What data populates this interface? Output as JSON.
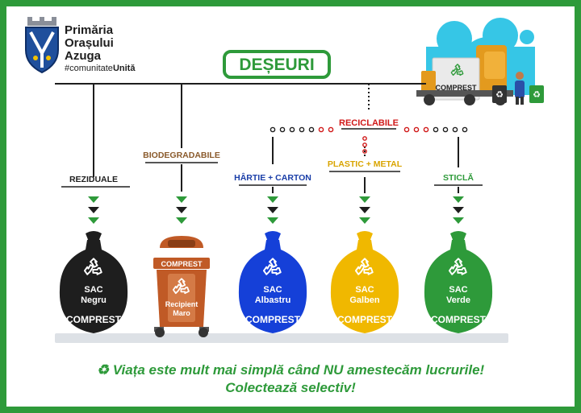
{
  "header": {
    "org_line1": "Primăria",
    "org_line2": "Orașului",
    "org_line3": "Azuga",
    "hashtag_prefix": "#comunitate",
    "hashtag_bold": "Unită",
    "title": "DEȘEURI"
  },
  "truck": {
    "label": "COMPREST",
    "recycle_glyph": "♻"
  },
  "categories": {
    "recyclable": "RECICLABILE",
    "residual": "REZIDUALE",
    "biodegradable": "BIODEGRADABILE",
    "paper": "HÂRTIE + CARTON",
    "plastic": "PLASTIC + METAL",
    "glass": "STICLĂ"
  },
  "bins": [
    {
      "line1": "SAC",
      "line2": "Negru",
      "brand": "COMPREST",
      "color": "#1e1e1e"
    },
    {
      "line1": "Recipient",
      "line2": "Maro",
      "brand": "COMPREST",
      "color": "#c05a26"
    },
    {
      "line1": "SAC",
      "line2": "Albastru",
      "brand": "COMPREST",
      "color": "#1540d8"
    },
    {
      "line1": "SAC",
      "line2": "Galben",
      "brand": "COMPREST",
      "color": "#f0b800"
    },
    {
      "line1": "SAC",
      "line2": "Verde",
      "brand": "COMPREST",
      "color": "#2e9a3a"
    }
  ],
  "footer": {
    "icon": "♻",
    "line1": "Viața este mult mai simplă când NU amestecăm lucrurile!",
    "line2": "Colectează selectiv!"
  },
  "colors": {
    "frame": "#2e9a3a",
    "title_green": "#2e9a3a",
    "residual": "#1e1e1e",
    "biodegradable": "#8a5a2b",
    "paper": "#1a3ea8",
    "plastic": "#d9a400",
    "glass": "#2e9a3a",
    "recyclable": "#d01818"
  }
}
